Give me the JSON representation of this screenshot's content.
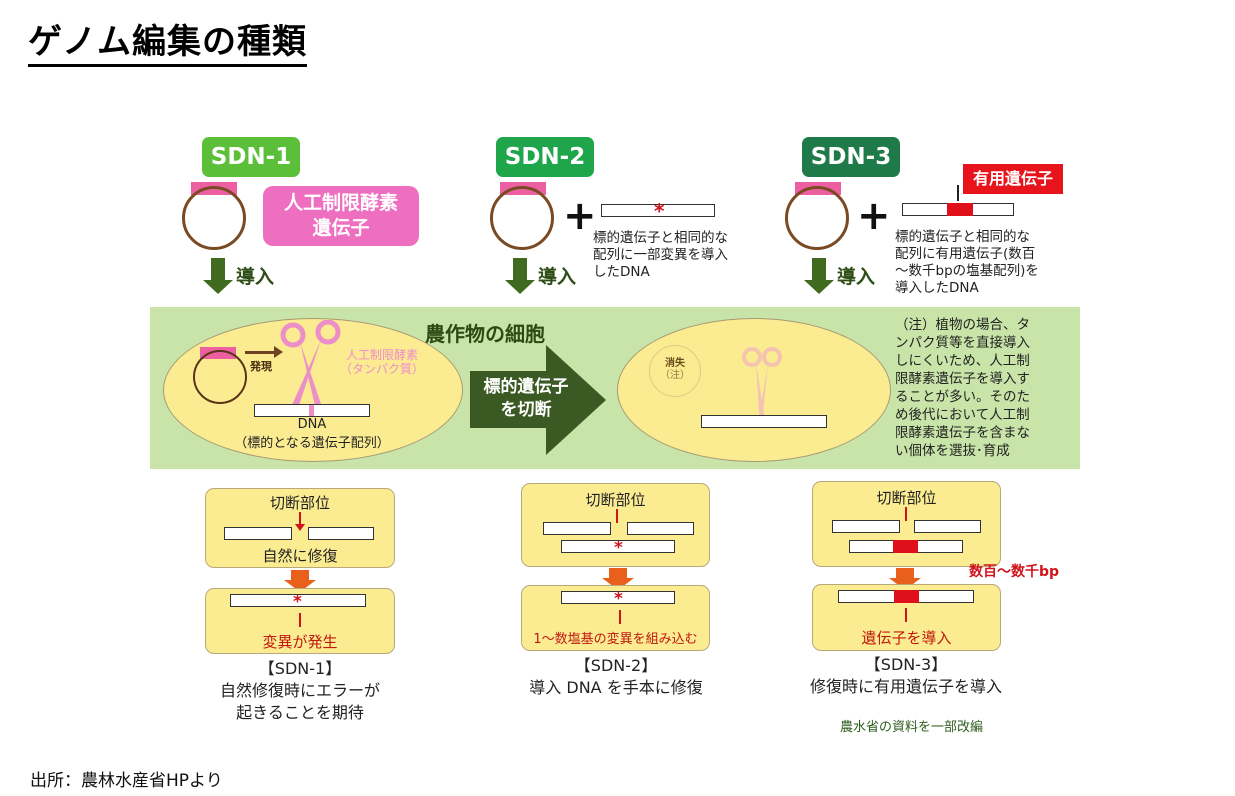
{
  "title": "ゲノム編集の種類",
  "source": "出所：農林水産省HPより",
  "credit": "農水省の資料を一部改編",
  "colors": {
    "sdn1": "#5cbf3a",
    "sdn2": "#1fa64a",
    "sdn3": "#1e7a48",
    "enzyme": "#ee6fc0",
    "cell_band": "#c8e4a8",
    "cell": "#fbec92",
    "accent_red": "#d0141c",
    "arrow_green": "#3b5a23",
    "arrow_orange": "#e8601b"
  },
  "top": {
    "sdn1": {
      "badge": "SDN-1",
      "enzyme_line1": "人工制限酵素",
      "enzyme_line2": "遺伝子",
      "intro": "導入"
    },
    "sdn2": {
      "badge": "SDN-2",
      "plus": "+",
      "mark": "*",
      "desc": [
        "標的遺伝子と相同的な",
        "配列に一部変異を導入",
        "したDNA"
      ],
      "intro": "導入"
    },
    "sdn3": {
      "badge": "SDN-3",
      "plus": "+",
      "useful_label": "有用遺伝子",
      "desc": [
        "標的遺伝子と相同的な",
        "配列に有用遺伝子(数百",
        "～数千bpの塩基配列)を",
        "導入したDNA"
      ],
      "intro": "導入"
    }
  },
  "cell": {
    "title": "農作物の細胞",
    "expression": "発現",
    "enzyme_protein_1": "人工制限酵素",
    "enzyme_protein_2": "（タンパク質）",
    "dna_label": "DNA",
    "dna_sub": "（標的となる遺伝子配列）",
    "cut_arrow_1": "標的遺伝子",
    "cut_arrow_2": "を切断",
    "vanish": "消失",
    "vanish_note": "（注）",
    "note": [
      "（注）植物の場合、タ",
      "ンパク質等を直接導入",
      "しにくいため、人工制",
      "限酵素遺伝子を導入す",
      "ることが多い。そのた",
      "め後代において人工制",
      "限酵素遺伝子を含まな",
      "い個体を選抜･育成"
    ]
  },
  "results": {
    "sdn1": {
      "cut_site": "切断部位",
      "repair": "自然に修復",
      "mark": "*",
      "outcome": "変異が発生",
      "caption": "【SDN-1】",
      "desc1": "自然修復時にエラーが",
      "desc2": "起きることを期待"
    },
    "sdn2": {
      "cut_site": "切断部位",
      "mark": "*",
      "outcome": "1～数塩基の変異を組み込む",
      "caption": "【SDN-2】",
      "desc1": "導入 DNA を手本に修復"
    },
    "sdn3": {
      "cut_site": "切断部位",
      "bp_label": "数百～数千bp",
      "outcome": "遺伝子を導入",
      "caption": "【SDN-3】",
      "desc1": "修復時に有用遺伝子を導入"
    }
  }
}
